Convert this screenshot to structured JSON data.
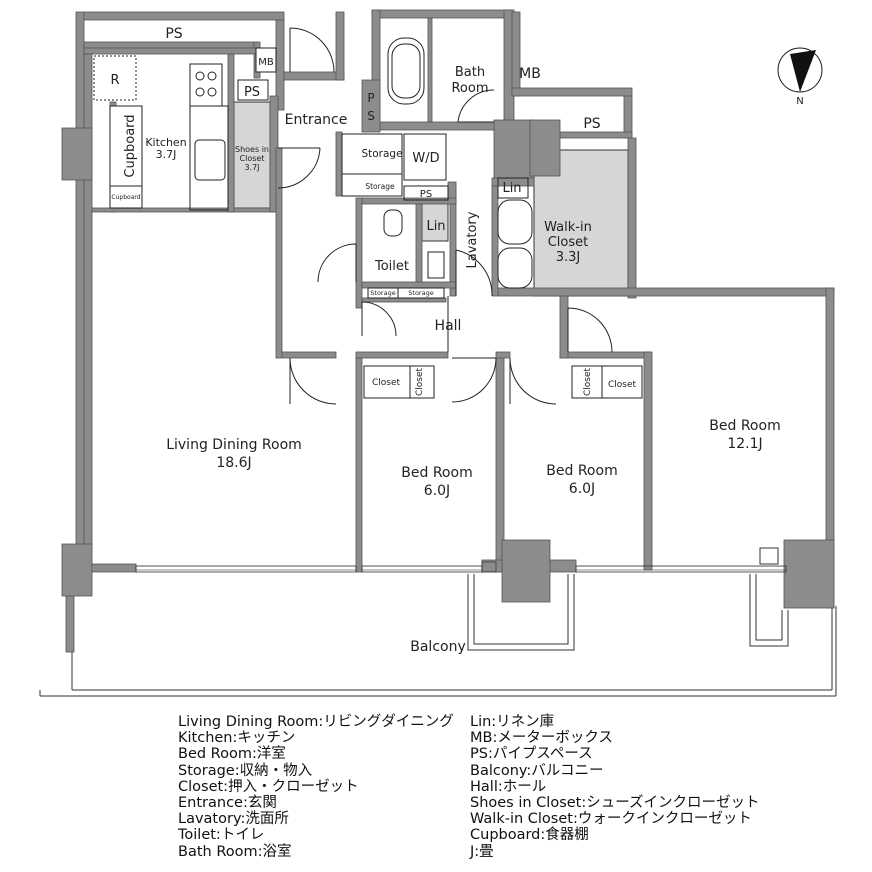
{
  "colors": {
    "wall": "#8c8c8c",
    "room_fill": "#d6d6d6",
    "line": "#222222",
    "background": "#ffffff"
  },
  "rooms": {
    "ps_top": "PS",
    "mb_top": "MB",
    "refrigerator": "R",
    "ps_kitchen": "PS",
    "kitchen": "Kitchen",
    "kitchen_size": "3.7J",
    "cupboard": "Cupboard",
    "cupboard_small": "Cupboard",
    "shoes_closet": "Shoes in Closet",
    "shoes_closet_line1": "Shoes in",
    "shoes_closet_line2": "Closet",
    "shoes_closet_size": "3.7J",
    "entrance": "Entrance",
    "ps_entrance": "PS",
    "storage_large": "Storage",
    "storage_small": "Storage",
    "wd": "W/D",
    "ps_middle": "PS",
    "bath_room": "Bath Room",
    "bath_line1": "Bath",
    "bath_line2": "Room",
    "mb_right": "MB",
    "ps_right": "PS",
    "lin_top": "Lin",
    "lin_left": "Lin",
    "lavatory": "Lavatory",
    "walkin_closet": "Walk-in Closet",
    "walkin_line1": "Walk-in",
    "walkin_line2": "Closet",
    "walkin_size": "3.3J",
    "toilet": "Toilet",
    "storage_toilet_1": "Storage",
    "storage_toilet_2": "Storage",
    "hall": "Hall",
    "closet_1": "Closet",
    "closet_2": "Closet",
    "closet_3": "Closet",
    "closet_4": "Closet",
    "living_dining": "Living Dining Room",
    "living_dining_size": "18.6J",
    "bed_room_1": "Bed Room",
    "bed_room_1_size": "6.0J",
    "bed_room_2": "Bed Room",
    "bed_room_2_size": "6.0J",
    "bed_room_3": "Bed Room",
    "bed_room_3_size": "12.1J",
    "balcony": "Balcony"
  },
  "compass": {
    "label": "N"
  },
  "legend": {
    "left": [
      "Living Dining Room:リビングダイニング",
      "Kitchen:キッチン",
      "Bed Room:洋室",
      "Storage:収納・物入",
      "Closet:押入・クローゼット",
      "Entrance:玄関",
      "Lavatory:洗面所",
      "Toilet:トイレ",
      "Bath Room:浴室"
    ],
    "right": [
      "Lin:リネン庫",
      "MB:メーターボックス",
      "PS:パイプスペース",
      "Balcony:バルコニー",
      "Hall:ホール",
      "Shoes in Closet:シューズインクローゼット",
      "Walk-in Closet:ウォークインクローゼット",
      "Cupboard:食器棚",
      "J:畳"
    ]
  }
}
